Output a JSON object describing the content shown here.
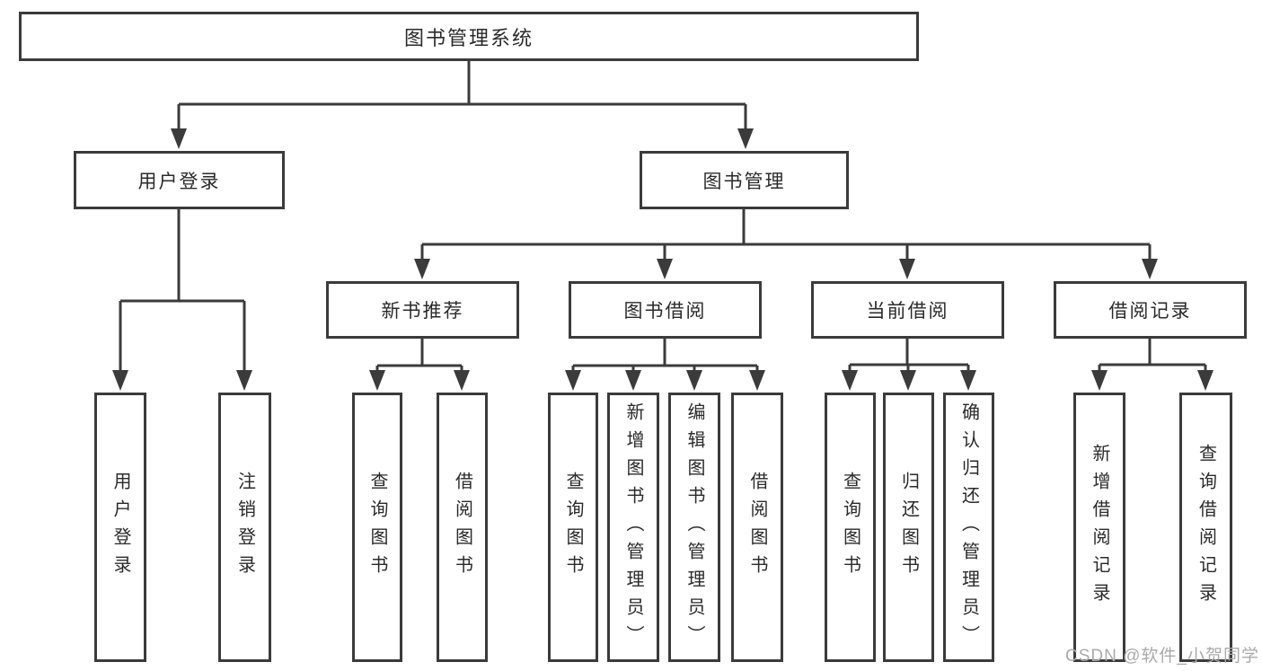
{
  "diagram": {
    "root": {
      "label": "图书管理系统"
    },
    "level1": [
      {
        "label": "用户登录"
      },
      {
        "label": "图书管理"
      }
    ],
    "level2": [
      {
        "label": "新书推荐"
      },
      {
        "label": "图书借阅"
      },
      {
        "label": "当前借阅"
      },
      {
        "label": "借阅记录"
      }
    ],
    "leaves": [
      {
        "label": "用户登录"
      },
      {
        "label": "注销登录"
      },
      {
        "label": "查询图书"
      },
      {
        "label": "借阅图书"
      },
      {
        "label": "查询图书"
      },
      {
        "label": "新增图书（管理员）"
      },
      {
        "label": "编辑图书（管理员）"
      },
      {
        "label": "借阅图书"
      },
      {
        "label": "查询图书"
      },
      {
        "label": "归还图书"
      },
      {
        "label": "确认归还（管理员）"
      },
      {
        "label": "新增借阅记录"
      },
      {
        "label": "查询借阅记录"
      }
    ],
    "watermark": "CSDN @软件_小贺同学",
    "colors": {
      "line": "#3b3b3b",
      "text": "#2a2a2a",
      "watermark": "#aaaaaa",
      "background": "#ffffff"
    }
  }
}
